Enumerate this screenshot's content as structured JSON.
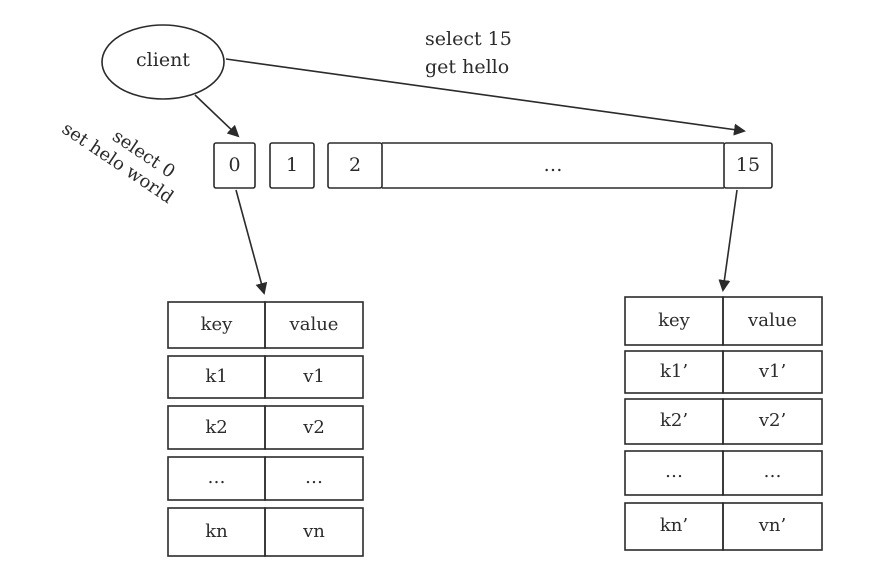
{
  "client": {
    "label": "client"
  },
  "commands": {
    "left": [
      "select 0",
      "set helo world"
    ],
    "top": [
      "select 15",
      "get hello"
    ]
  },
  "databases": [
    "0",
    "1",
    "2",
    "…",
    "15"
  ],
  "tables": {
    "left": {
      "header": [
        "key",
        "value"
      ],
      "rows": [
        [
          "k1",
          "v1"
        ],
        [
          "k2",
          "v2"
        ],
        [
          "…",
          "…"
        ],
        [
          "kn",
          "vn"
        ]
      ]
    },
    "right": {
      "header": [
        "key",
        "value"
      ],
      "rows": [
        [
          "k1’",
          "v1’"
        ],
        [
          "k2’",
          "v2’"
        ],
        [
          "…",
          "…"
        ],
        [
          "kn’",
          "vn’"
        ]
      ]
    }
  }
}
